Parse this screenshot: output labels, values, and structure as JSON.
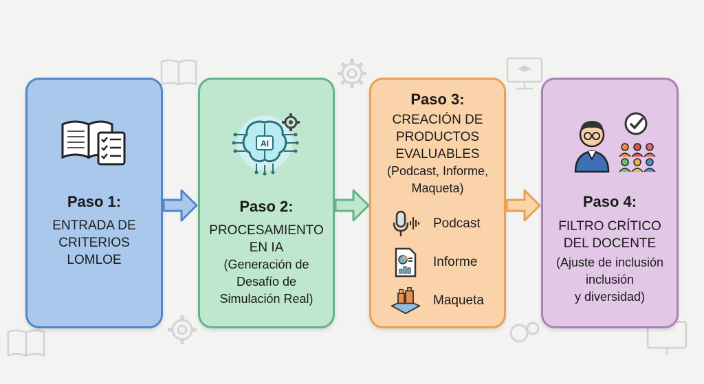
{
  "steps": [
    {
      "title": "Paso 1:",
      "line1": "ENTRADA DE",
      "line2": "CRITERIOS",
      "line3": "LOMLOE",
      "icon": "book-checklist-icon"
    },
    {
      "title": "Paso 2:",
      "line1": "PROCESAMIENTO",
      "line2": "EN IA",
      "sub1": "(Generación de",
      "sub2": "Desafío de",
      "sub3": "Simulación Real)",
      "icon": "ai-brain-icon",
      "ai_label": "AI"
    },
    {
      "title": "Paso 3:",
      "line1": "CREACIÓN DE",
      "line2": "PRODUCTOS",
      "line3": "EVALUABLES",
      "sub1": "(Podcast, Informe,",
      "sub2": "Maqueta)",
      "products": [
        {
          "label": "Podcast",
          "icon": "microphone-icon"
        },
        {
          "label": "Informe",
          "icon": "report-document-icon"
        },
        {
          "label": "Maqueta",
          "icon": "model-blocks-icon"
        }
      ]
    },
    {
      "title": "Paso 4:",
      "line1": "FILTRO CRÍTICO",
      "line2": "DEL DOCENTE",
      "sub1": "(Ajuste de inclusión",
      "sub2": "inclusión",
      "sub3": "y diversidad)",
      "icon": "teacher-review-icon"
    }
  ],
  "colors": {
    "blue": "#4f86cc",
    "green": "#62b385",
    "orange": "#eb9f4f",
    "purple": "#a981b6"
  }
}
